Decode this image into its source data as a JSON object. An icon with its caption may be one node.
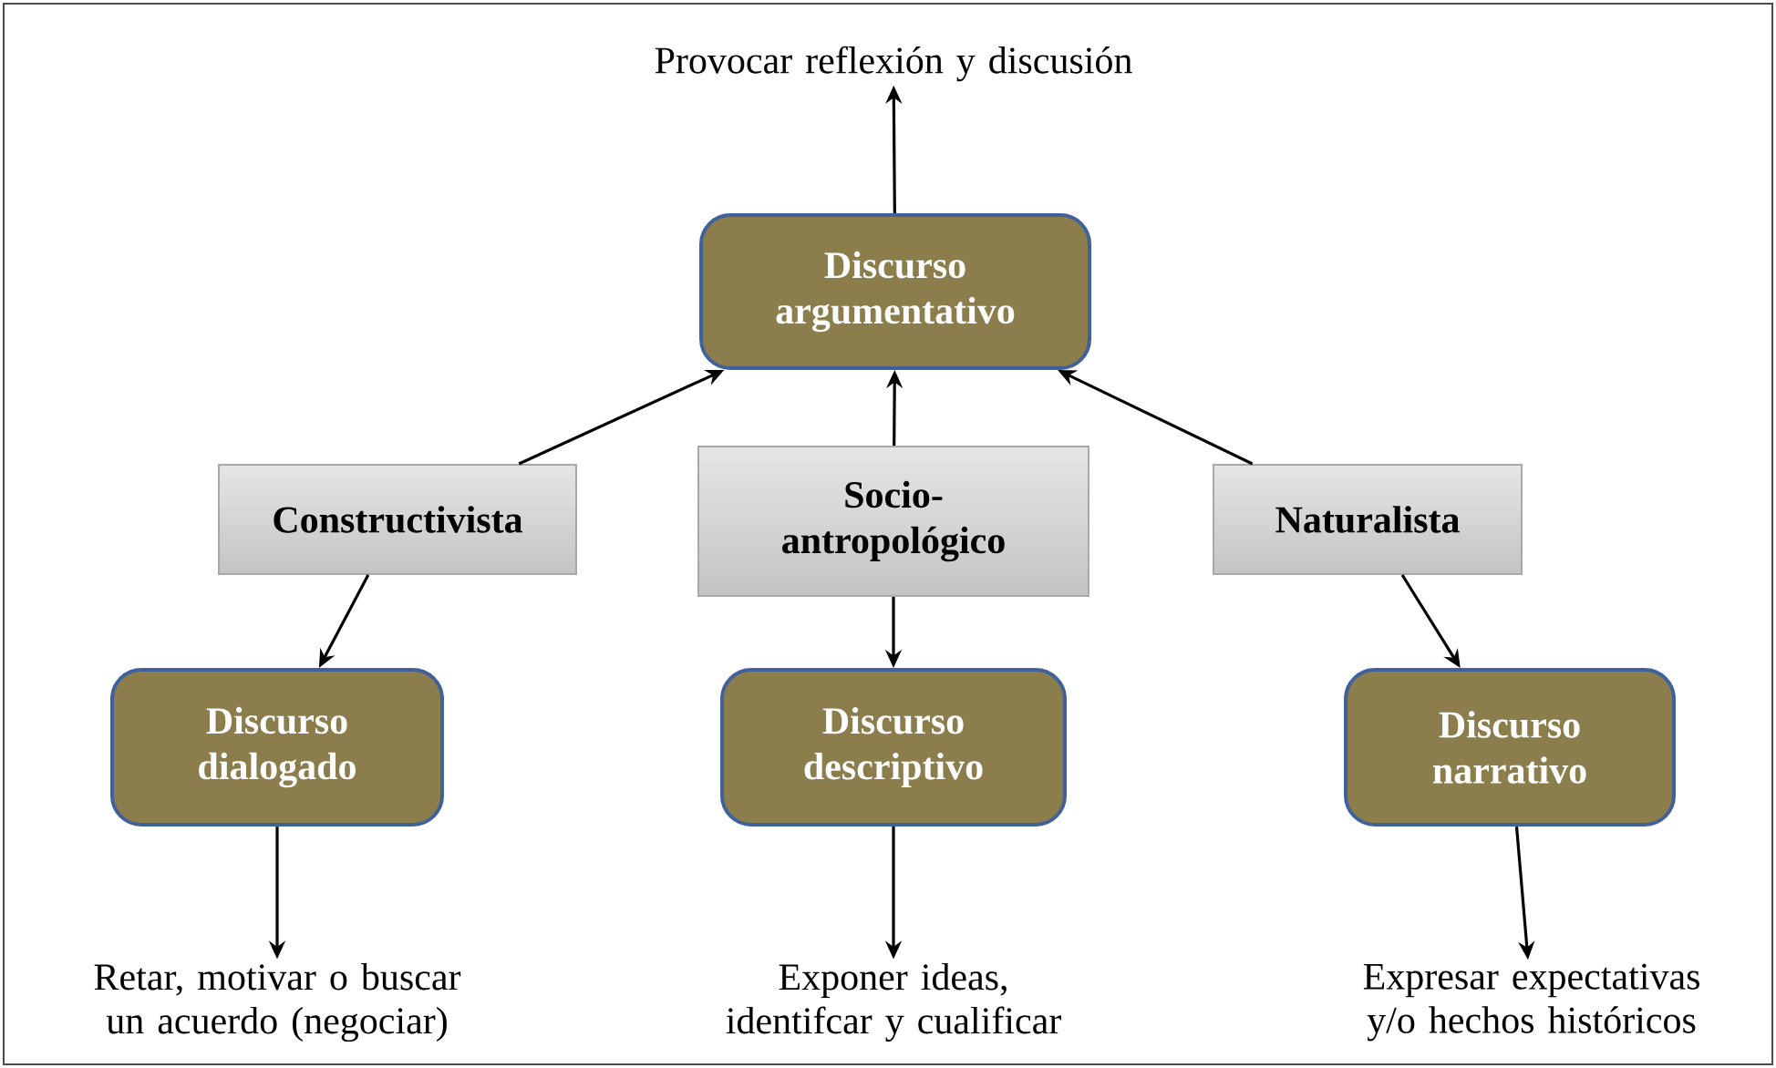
{
  "diagram": {
    "nodes": [
      {
        "text": [
          "Provocar reflexión y discusión"
        ]
      },
      {
        "text": [
          "Discurso argumentativo"
        ]
      },
      {
        "text": [
          "Constructivista"
        ]
      },
      {
        "text": [
          "Socio-antropológico"
        ]
      },
      {
        "text": [
          "Naturalista"
        ]
      },
      {
        "text": [
          "Discurso dialogado"
        ]
      },
      {
        "text": [
          "Discurso descriptivo"
        ]
      },
      {
        "text": [
          "Discurso narrativo"
        ]
      },
      {
        "text": [
          "Retar, motivar o buscar un acuerdo (negociar)"
        ]
      },
      {
        "text": [
          "Exponer ideas, identifcar y cualificar"
        ]
      },
      {
        "text": [
          "Expresar expectativas y/o hechos históricos"
        ]
      }
    ],
    "edges": [
      {
        "from": 1,
        "to": 0,
        "arrow": "to"
      },
      {
        "from": 2,
        "to": 1,
        "arrow": "to"
      },
      {
        "from": 3,
        "to": 1,
        "arrow": "to"
      },
      {
        "from": 4,
        "to": 1,
        "arrow": "to"
      },
      {
        "from": 2,
        "to": 5,
        "arrow": "to"
      },
      {
        "from": 3,
        "to": 6,
        "arrow": "to"
      },
      {
        "from": 4,
        "to": 7,
        "arrow": "to"
      },
      {
        "from": 5,
        "to": 8,
        "arrow": "to"
      },
      {
        "from": 6,
        "to": 9,
        "arrow": "to"
      },
      {
        "from": 7,
        "to": 10,
        "arrow": "to"
      }
    ]
  }
}
